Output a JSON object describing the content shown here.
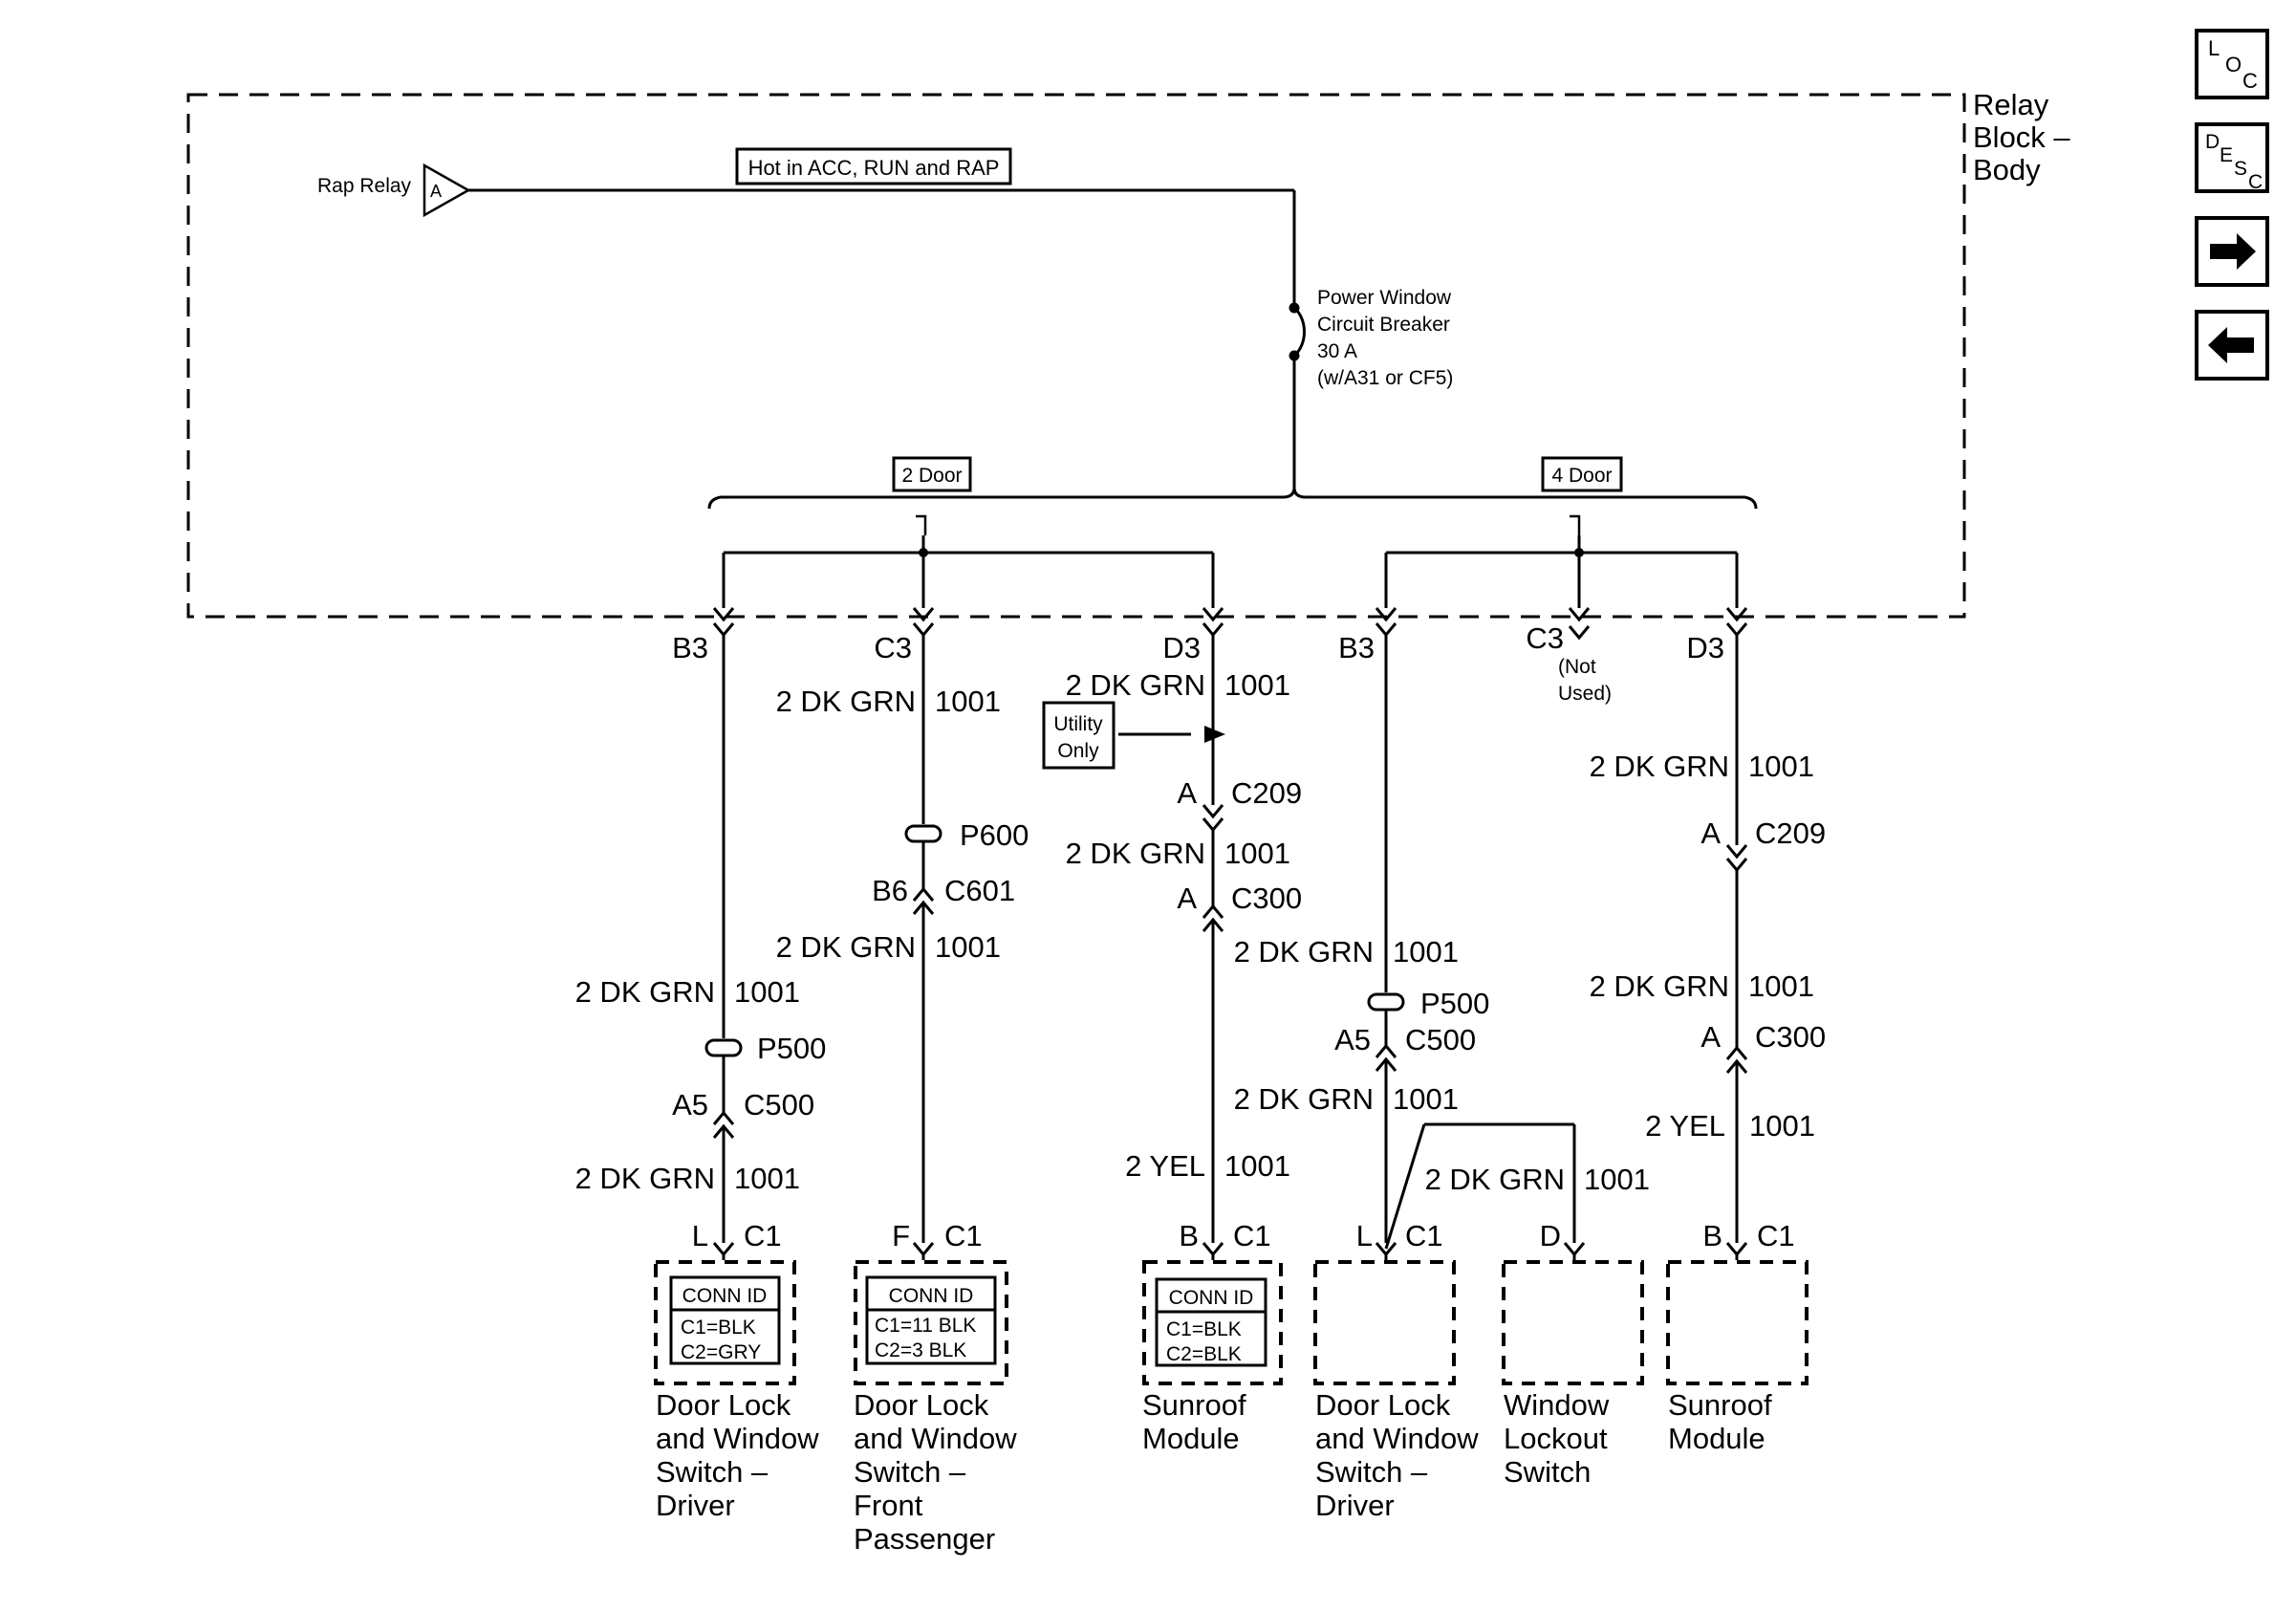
{
  "relay_block": {
    "line1": "Relay",
    "line2": "Block –",
    "line3": "Body"
  },
  "rap_relay": {
    "label": "Rap Relay",
    "pin": "A"
  },
  "hot_label": "Hot in ACC, RUN and RAP",
  "breaker": {
    "line1": "Power Window",
    "line2": "Circuit Breaker",
    "line3": "30 A",
    "line4": "(w/A31 or CF5)"
  },
  "door2_label": "2 Door",
  "door4_label": "4 Door",
  "nav": {
    "loc": {
      "l1": "L",
      "l2": "O",
      "l3": "C"
    },
    "desc": {
      "l1": "D",
      "l2": "E",
      "l3": "S",
      "l4": "C"
    }
  },
  "col1": {
    "pin": "B3",
    "wire1": "2 DK GRN",
    "circ1": "1001",
    "splice": "P500",
    "conn_pin": "A5",
    "conn": "C500",
    "wire2": "2 DK GRN",
    "circ2": "1001",
    "term_pin": "L",
    "term_conn": "C1",
    "connid": {
      "title": "CONN ID",
      "l1": "C1=BLK",
      "l2": "C2=GRY"
    },
    "name": {
      "l1": "Door Lock",
      "l2": "and Window",
      "l3": "Switch –",
      "l4": "Driver"
    }
  },
  "col2": {
    "pin": "C3",
    "wire1": "2 DK GRN",
    "circ1": "1001",
    "splice": "P600",
    "conn_pin": "B6",
    "conn": "C601",
    "wire2": "2 DK GRN",
    "circ2": "1001",
    "term_pin": "F",
    "term_conn": "C1",
    "connid": {
      "title": "CONN ID",
      "l1": "C1=11 BLK",
      "l2": "C2=3 BLK"
    },
    "name": {
      "l1": "Door Lock",
      "l2": "and Window",
      "l3": "Switch –",
      "l4": "Front",
      "l5": "Passenger"
    }
  },
  "col3": {
    "pin": "D3",
    "wire1": "2 DK GRN",
    "circ1": "1001",
    "utility": {
      "l1": "Utility",
      "l2": "Only"
    },
    "c209_pin": "A",
    "c209": "C209",
    "wire2": "2 DK GRN",
    "circ2": "1001",
    "c300_pin": "A",
    "c300": "C300",
    "wire3": "2 DK GRN",
    "circ3": "1001",
    "wire4": "2 YEL",
    "circ4": "1001",
    "term_pin": "B",
    "term_conn": "C1",
    "connid": {
      "title": "CONN ID",
      "l1": "C1=BLK",
      "l2": "C2=BLK"
    },
    "name": {
      "l1": "Sunroof",
      "l2": "Module"
    }
  },
  "col4": {
    "pin": "B3",
    "splice": "P500",
    "conn_pin": "A5",
    "conn": "C500",
    "wire2": "2 DK GRN",
    "circ2": "1001",
    "term_pin": "L",
    "term_conn": "C1",
    "name": {
      "l1": "Door Lock",
      "l2": "and Window",
      "l3": "Switch –",
      "l4": "Driver"
    }
  },
  "col5": {
    "pin": "C3",
    "note1": "(Not",
    "note2": "Used)",
    "wire": "2 DK GRN",
    "circ": "1001",
    "term_pin": "D",
    "name": {
      "l1": "Window",
      "l2": "Lockout",
      "l3": "Switch"
    }
  },
  "col6": {
    "pin": "D3",
    "wire1": "2 DK GRN",
    "circ1": "1001",
    "c209_pin": "A",
    "c209": "C209",
    "wire2": "2 DK GRN",
    "circ2": "1001",
    "c300_pin": "A",
    "c300": "C300",
    "wire3": "2 YEL",
    "circ3": "1001",
    "term_pin": "B",
    "term_conn": "C1",
    "name": {
      "l1": "Sunroof",
      "l2": "Module"
    }
  }
}
